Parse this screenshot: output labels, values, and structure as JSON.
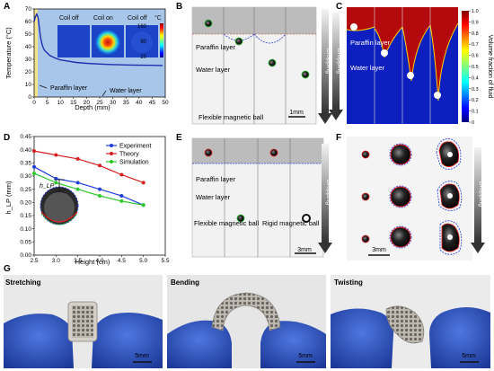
{
  "panels": {
    "A": {
      "letter": "A",
      "ylabel": "Temperature (°C)",
      "xlabel": "Depth (mm)",
      "yticks": [
        "0",
        "10",
        "20",
        "30",
        "40",
        "50",
        "60",
        "70"
      ],
      "xticks": [
        "0",
        "5",
        "10",
        "15",
        "20",
        "25",
        "30",
        "35",
        "40",
        "45",
        "50"
      ],
      "paraffin_label": "Paraffin layer",
      "water_label": "Water layer",
      "inset_labels": [
        "Coil off",
        "Coil on",
        "Coil off"
      ],
      "inset_unit": "°C",
      "colorbar_ticks": [
        "160",
        "90",
        "20"
      ]
    },
    "B": {
      "letter": "B",
      "paraffin_label": "Paraffin layer",
      "water_label": "Water layer",
      "ball_label": "Flexible magnetic ball",
      "scale_label": "1mm",
      "arrow_label": "Dropping"
    },
    "C": {
      "letter": "C",
      "paraffin_label": "Paraffin layer",
      "water_label": "Water layer",
      "arrow_label": "Dropping",
      "colorbar_label": "Volume fraction of fluid",
      "colorbar_ticks": [
        "1.0",
        "0.9",
        "0.8",
        "0.7",
        "0.6",
        "0.5",
        "0.4",
        "0.3",
        "0.2",
        "0.1",
        "0"
      ]
    },
    "D": {
      "letter": "D",
      "ylabel": "h_LP (mm)",
      "xlabel": "Height (cm)",
      "h_label": "h_LP",
      "xticks": [
        "2.5",
        "3.0",
        "3.5",
        "4.0",
        "4.5",
        "5.0",
        "5.5"
      ],
      "yticks": [
        "0.00",
        "0.05",
        "0.10",
        "0.15",
        "0.20",
        "0.25",
        "0.30",
        "0.35",
        "0.40",
        "0.45"
      ]
    },
    "E": {
      "letter": "E",
      "paraffin_label": "Paraffin layer",
      "water_label": "Water layer",
      "flex_label": "Flexible magnetic ball",
      "rigid_label": "Rigid magnetic ball",
      "scale_label": "3mm",
      "arrow_label": "Dropping"
    },
    "F": {
      "letter": "F",
      "scale_label": "3mm",
      "arrow_label": "Dropping"
    },
    "G": {
      "letter": "G",
      "photos": [
        {
          "label": "Stretching",
          "scale": "5mm"
        },
        {
          "label": "Bending",
          "scale": "5mm"
        },
        {
          "label": "Twisting",
          "scale": "5mm"
        }
      ]
    }
  },
  "colors": {
    "experiment": "#1f3fd6",
    "theory": "#d62020",
    "simulation": "#2ec82e",
    "panel_a_bg": "#a8c6ea",
    "panel_a_curve": "#1d2fb0",
    "glove": "#2e56c8"
  },
  "chart_data": [
    {
      "type": "line",
      "panel": "A",
      "xlabel": "Depth (mm)",
      "ylabel": "Temperature (°C)",
      "xlim": [
        0,
        50
      ],
      "ylim": [
        0,
        70
      ],
      "series": [
        {
          "x": [
            0,
            0.5,
            1,
            1.5,
            2,
            2.5,
            3,
            3.5,
            4,
            5,
            6,
            8,
            10,
            13,
            16,
            20,
            25,
            30,
            35,
            40,
            45,
            49
          ],
          "values": [
            60,
            64,
            66,
            63,
            55,
            47,
            42,
            39,
            37,
            35,
            33,
            31,
            29.5,
            28.5,
            27.5,
            26.8,
            26.2,
            25.8,
            25.5,
            25.3,
            25.2,
            25.1
          ]
        }
      ]
    },
    {
      "type": "line",
      "panel": "D",
      "xlabel": "Height (cm)",
      "ylabel": "h_LP (mm)",
      "xlim": [
        2.5,
        5.5
      ],
      "ylim": [
        0,
        0.45
      ],
      "legend": "top-right",
      "x": [
        2.5,
        3.0,
        3.5,
        4.0,
        4.5,
        5.0
      ],
      "series": [
        {
          "name": "Experiment",
          "values": [
            0.335,
            0.29,
            0.275,
            0.25,
            0.225,
            0.19
          ]
        },
        {
          "name": "Theory",
          "values": [
            0.395,
            0.38,
            0.365,
            0.34,
            0.305,
            0.275
          ]
        },
        {
          "name": "Simulation",
          "values": [
            0.31,
            0.275,
            0.25,
            0.225,
            0.205,
            0.19
          ]
        }
      ]
    }
  ]
}
